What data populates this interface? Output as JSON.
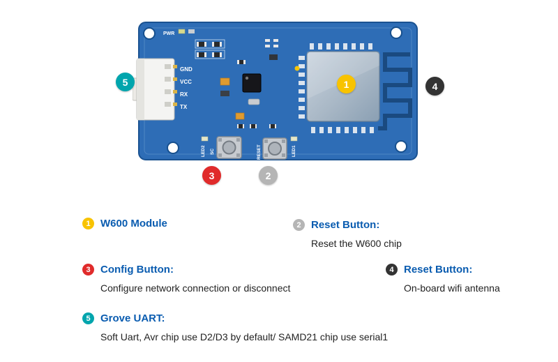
{
  "board": {
    "silkscreen": {
      "pwr": "PWR",
      "gnd": "GND",
      "vcc": "VCC",
      "rx": "RX",
      "tx": "TX",
      "led2": "LED2",
      "sc": "SC",
      "reset": "RESET",
      "led1": "LED1"
    }
  },
  "legend": [
    {
      "num": "1",
      "title": "W600 Module",
      "desc": "",
      "color": "#f8c300"
    },
    {
      "num": "2",
      "title": "Reset Button:",
      "desc": "Reset the W600 chip",
      "color": "#b5b5b5"
    },
    {
      "num": "3",
      "title": "Config Button:",
      "desc": "Configure network connection or disconnect",
      "color": "#e02b2b"
    },
    {
      "num": "4",
      "title": "Reset Button:",
      "desc": "On-board wifi antenna",
      "color": "#333333"
    },
    {
      "num": "5",
      "title": "Grove UART:",
      "desc": "Soft Uart, Avr chip use D2/D3 by default/ SAMD21 chip use serial1",
      "color": "#00a5ad"
    }
  ],
  "colors": {
    "accent_blue": "#0a5cb0",
    "pcb_blue": "#2e6db6",
    "pcb_dark_blue": "#1a4a80",
    "desc_text": "#222222"
  }
}
